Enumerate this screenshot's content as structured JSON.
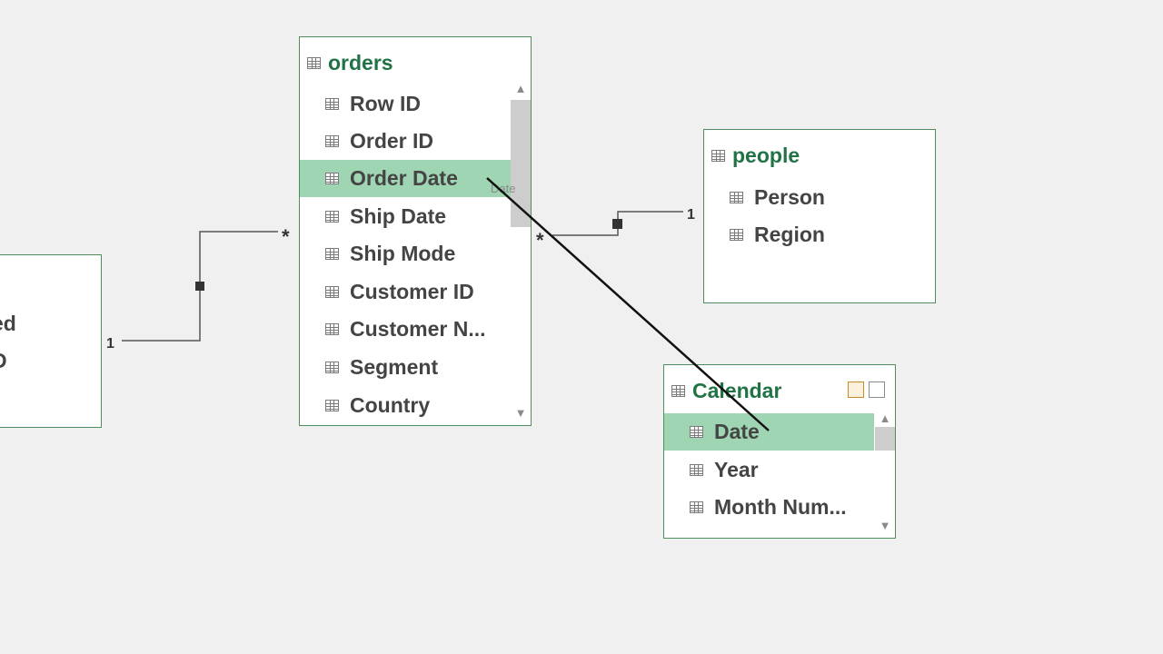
{
  "colors": {
    "canvas": "#f0f0f0",
    "table_border": "#4f8f5f",
    "title": "#217346",
    "field_text": "#444444",
    "selected_row": "#9fd5b3"
  },
  "left_table": {
    "partial_fields": [
      "ed",
      "D"
    ],
    "rel_one_label": "1"
  },
  "orders": {
    "title": "orders",
    "fields": [
      "Row ID",
      "Order ID",
      "Order Date",
      "Ship Date",
      "Ship Mode",
      "Customer ID",
      "Customer N...",
      "Segment",
      "Country"
    ],
    "selected_field": "Order Date",
    "drag_tooltip": "Date",
    "rel_many_left": "*",
    "rel_many_right": "*"
  },
  "people": {
    "title": "people",
    "fields": [
      "Person",
      "Region"
    ],
    "rel_one_label": "1"
  },
  "calendar": {
    "title": "Calendar",
    "fields": [
      "Date",
      "Year",
      "Month Num..."
    ],
    "selected_field": "Date",
    "header_icons": [
      "hierarchy-icon",
      "fit-to-screen-icon"
    ]
  },
  "icons": {
    "scroll_up": "▲",
    "scroll_down": "▼"
  }
}
